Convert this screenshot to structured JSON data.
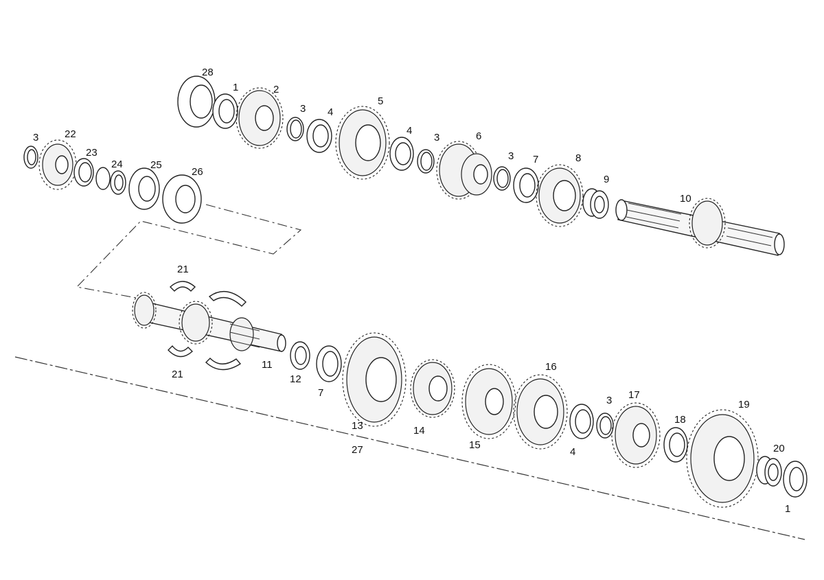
{
  "callouts": {
    "c28": "28",
    "c1a": "1",
    "c2": "2",
    "c3a": "3",
    "c4a": "4",
    "c5": "5",
    "c4b": "4",
    "c3b": "3",
    "c6": "6",
    "c3c": "3",
    "c7a": "7",
    "c8": "8",
    "c9": "9",
    "c10": "10",
    "c3d": "3",
    "c22": "22",
    "c23": "23",
    "c24": "24",
    "c25": "25",
    "c26": "26",
    "c21a": "21",
    "c21b": "21",
    "c11": "11",
    "c12": "12",
    "c7b": "7",
    "c13": "13",
    "c14": "14",
    "c15": "15",
    "c16": "16",
    "c4c": "4",
    "c3e": "3",
    "c17": "17",
    "c18": "18",
    "c19": "19",
    "c20": "20",
    "c1b": "1",
    "c27": "27"
  }
}
